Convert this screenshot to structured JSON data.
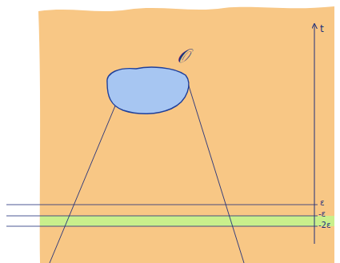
{
  "diagram": {
    "nodes": [
      {
        "text": [
          "𝒪"
        ]
      }
    ],
    "labels": [
      "t",
      "ε",
      "-ε",
      "-2ε"
    ]
  }
}
